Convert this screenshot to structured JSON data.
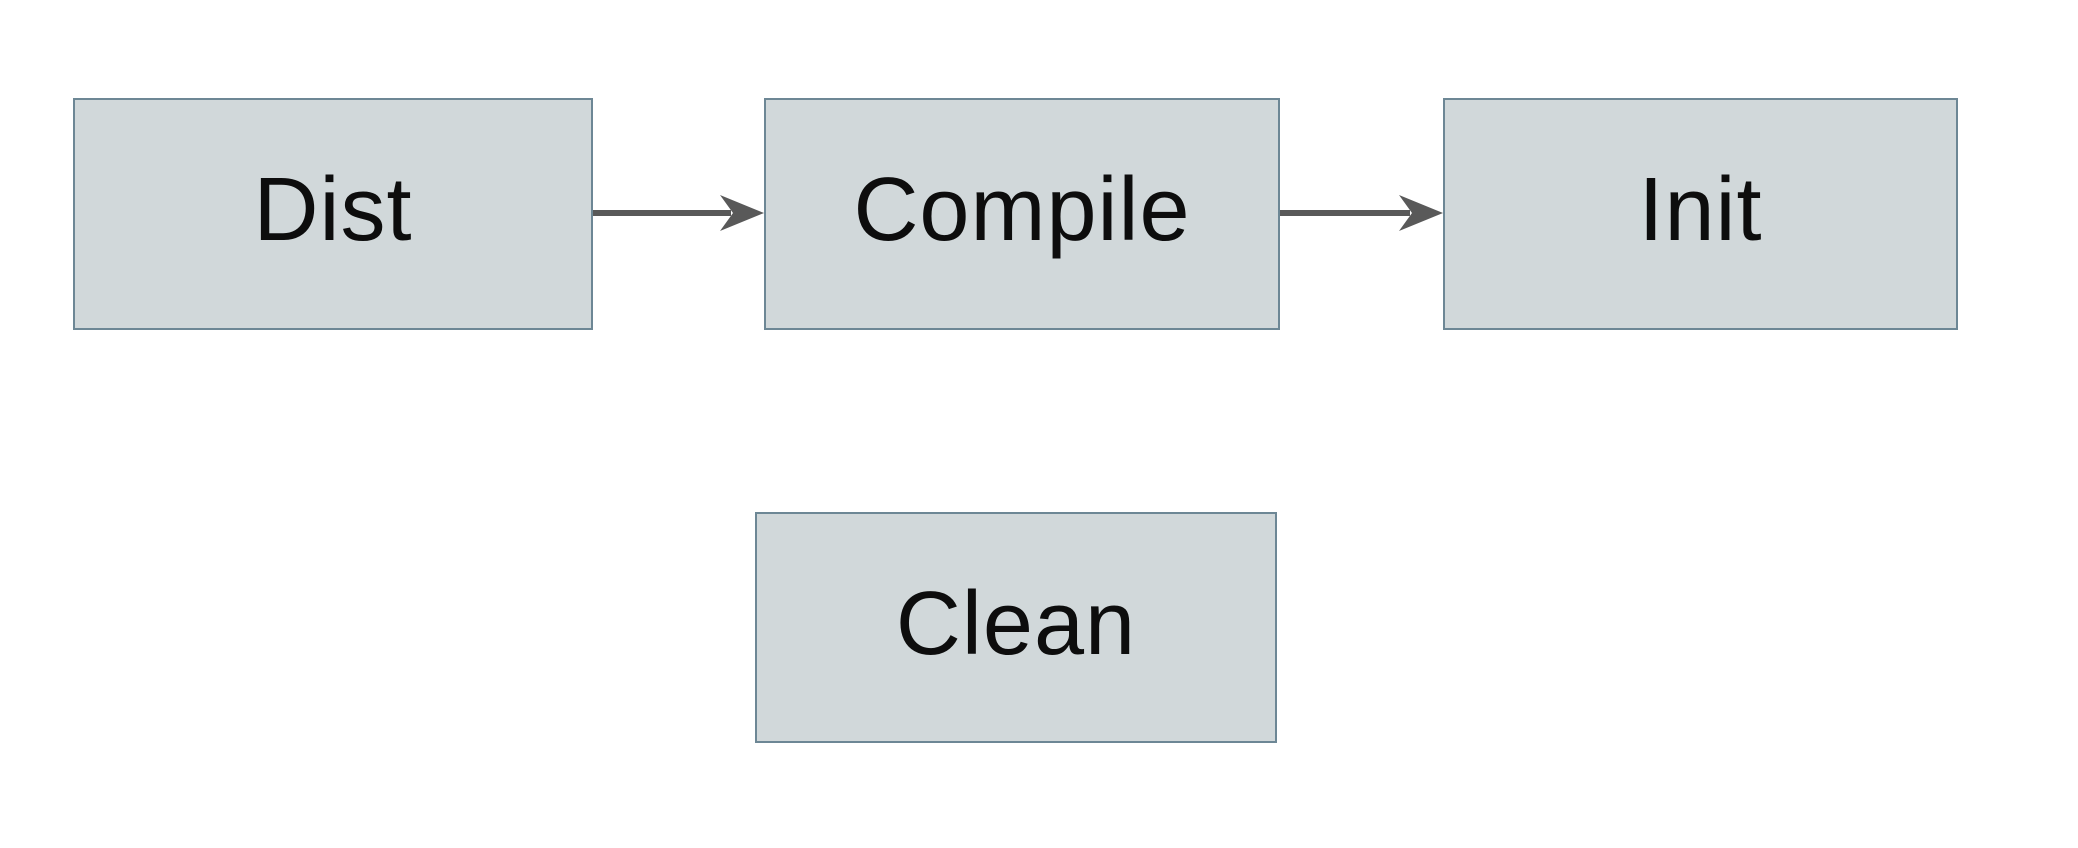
{
  "diagram": {
    "nodes": [
      {
        "id": "dist",
        "label": "Dist"
      },
      {
        "id": "compile",
        "label": "Compile"
      },
      {
        "id": "init",
        "label": "Init"
      },
      {
        "id": "clean",
        "label": "Clean"
      }
    ],
    "edges": [
      {
        "from": "dist",
        "to": "compile",
        "direction": "right"
      },
      {
        "from": "compile",
        "to": "init",
        "direction": "right"
      }
    ],
    "colors": {
      "background": "#ffffff",
      "node_fill": "#d1d8da",
      "node_border": "#6d8795",
      "arrow": "#595959",
      "label": "#0d0d0d"
    }
  }
}
